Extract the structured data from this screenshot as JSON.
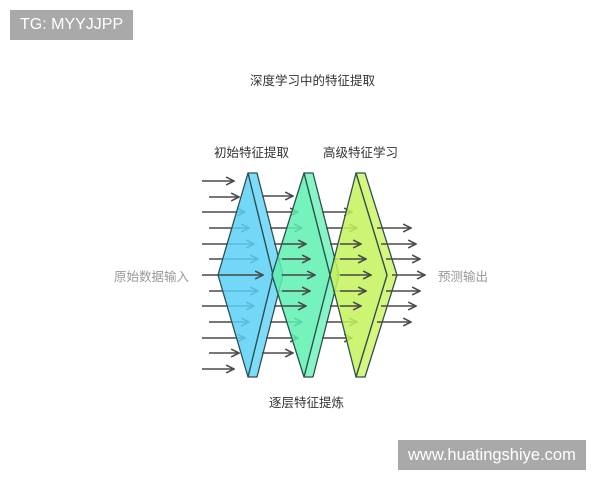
{
  "watermarks": {
    "top_left": "TG: MYYJJPP",
    "bottom_right": "www.huatingshiye.com"
  },
  "diagram": {
    "title": "深度学习中的特征提取",
    "labels": {
      "initial_extraction": "初始特征提取",
      "advanced_learning": "高级特征学习",
      "layer_refinement": "逐层特征提炼",
      "input": "原始数据输入",
      "output": "预测输出"
    },
    "layers": [
      {
        "name": "layer-1",
        "color": "#5bd0f7",
        "side_color": "#7fdcf9"
      },
      {
        "name": "layer-2",
        "color": "#5ef0b0",
        "side_color": "#86f4c4"
      },
      {
        "name": "layer-3",
        "color": "#c6f25a",
        "side_color": "#d6f680"
      }
    ],
    "arrow_counts": {
      "input": 13,
      "between_1_2": 11,
      "between_2_3": 9,
      "output": 7
    },
    "colors": {
      "stroke": "#2f4f4f",
      "arrow": "#4a4a4a",
      "label": "#333333",
      "muted_label": "#999999",
      "watermark_bg": "#a9a9a9"
    }
  }
}
